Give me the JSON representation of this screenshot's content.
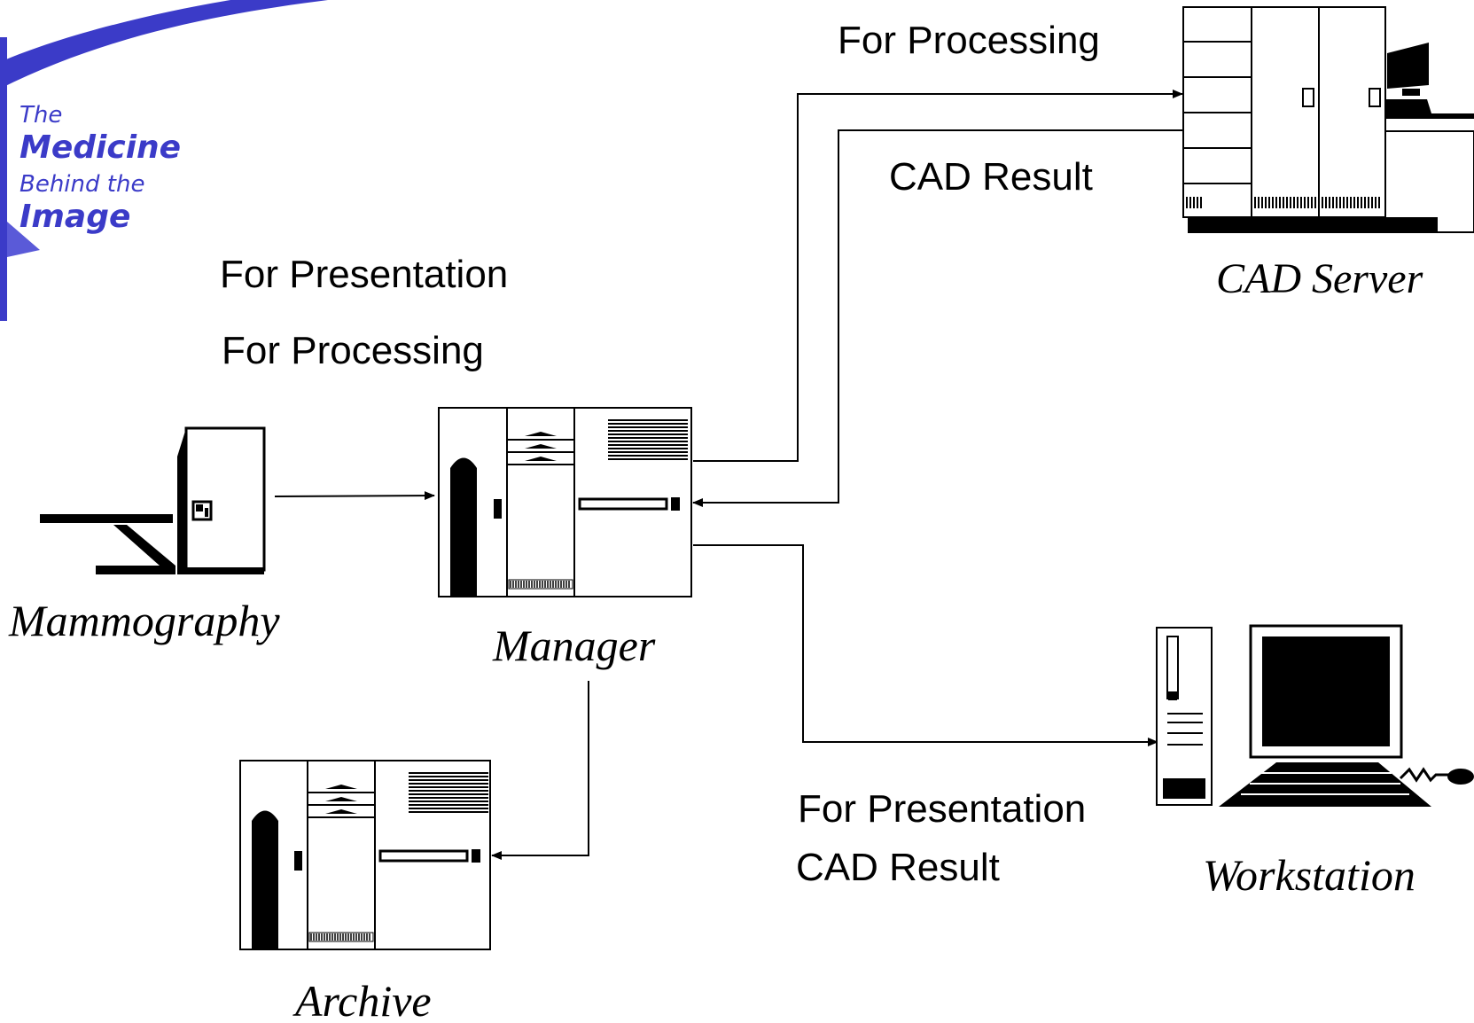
{
  "logo": {
    "line1": "The",
    "line2": "Medicine",
    "line3": "Behind the",
    "line4": "Image",
    "color": "#3b3bc8"
  },
  "nodes": {
    "mammography": "Mammography",
    "manager": "Manager",
    "archive": "Archive",
    "cad_server": "CAD Server",
    "workstation": "Workstation"
  },
  "labels": {
    "left_for_presentation": "For Presentation",
    "left_for_processing": "For Processing",
    "top_for_processing": "For Processing",
    "top_cad_result": "CAD Result",
    "bottom_for_presentation": "For Presentation",
    "bottom_cad_result": "CAD Result"
  }
}
